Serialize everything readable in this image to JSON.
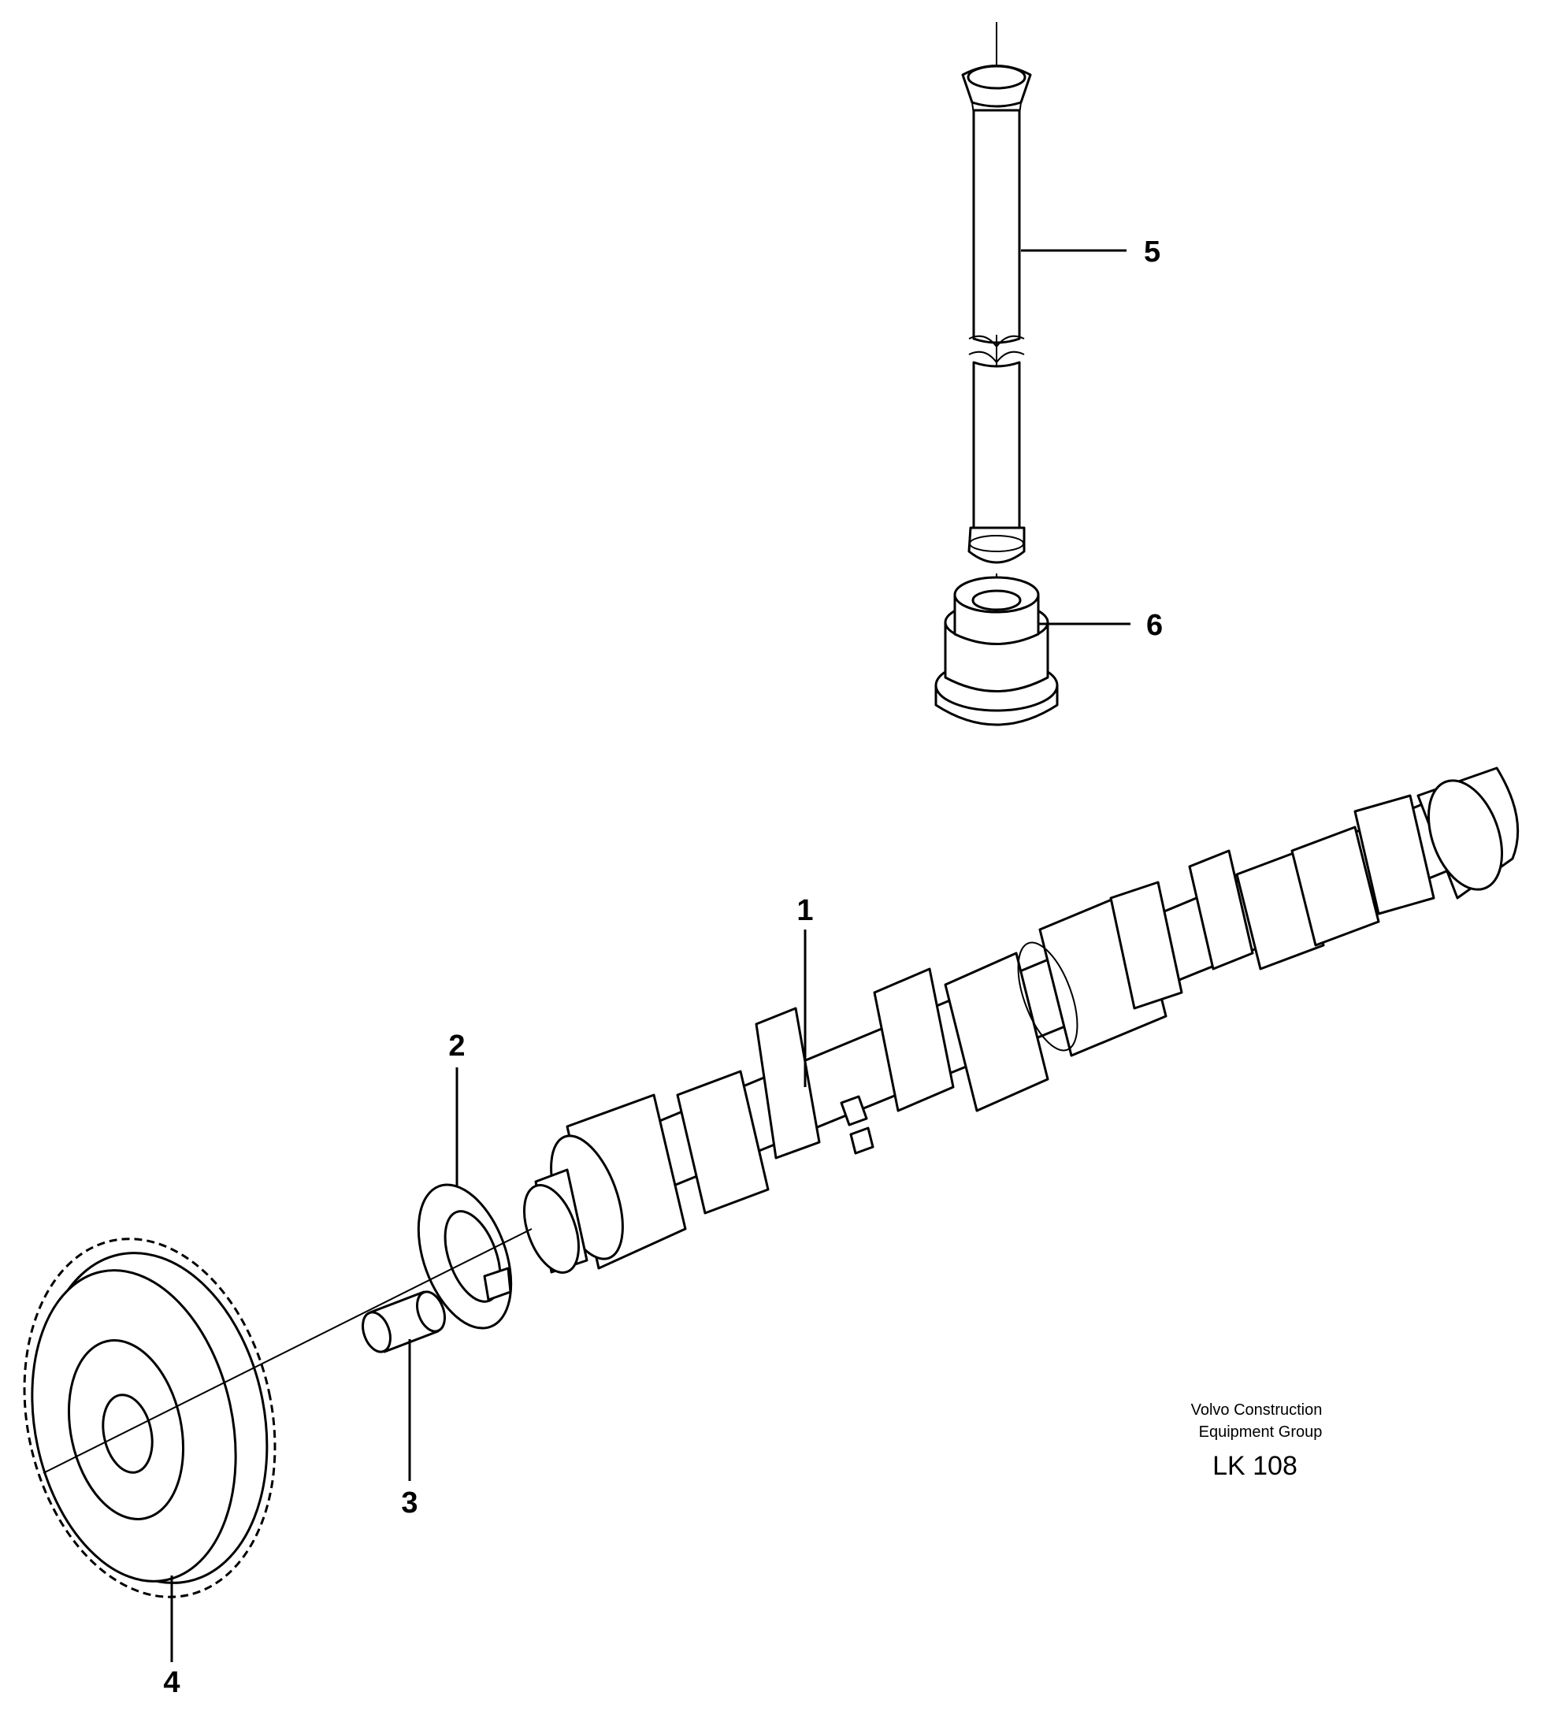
{
  "diagram": {
    "parts": [
      {
        "id": "1",
        "label": "1",
        "depicts": "camshaft"
      },
      {
        "id": "2",
        "label": "2",
        "depicts": "thrust washer"
      },
      {
        "id": "3",
        "label": "3",
        "depicts": "dowel pin"
      },
      {
        "id": "4",
        "label": "4",
        "depicts": "camshaft gear"
      },
      {
        "id": "5",
        "label": "5",
        "depicts": "push rod"
      },
      {
        "id": "6",
        "label": "6",
        "depicts": "valve tappet"
      }
    ],
    "publisher_line1": "Volvo Construction",
    "publisher_line2": "Equipment Group",
    "reference": "LK 108",
    "colors": {
      "line": "#000000",
      "background": "#ffffff"
    }
  }
}
